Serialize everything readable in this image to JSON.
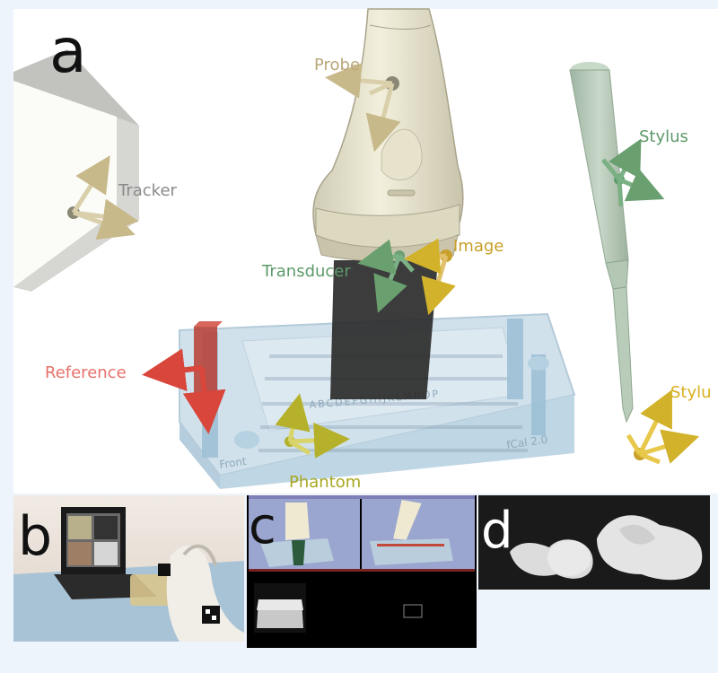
{
  "panel_a": {
    "letter": "a",
    "labels": {
      "probe": "Probe",
      "tracker": "Tracker",
      "stylus_top": "Stylus",
      "image": "Image",
      "transducer": "Transducer",
      "reference": "Reference",
      "stylus_tip": "Stylu",
      "phantom": "Phantom"
    },
    "phantom_text": {
      "front": "Front",
      "fcal": "fCal 2.0",
      "letters": "ABCDEFGHIJKLMNOP"
    }
  },
  "panel_b": {
    "letter": "b"
  },
  "panel_c": {
    "letter": "c"
  },
  "panel_d": {
    "letter": "d"
  },
  "colors": {
    "background": "#eef4fb",
    "probe_label": "#b9a77a",
    "tracker_label": "#8a8a8a",
    "stylus_label": "#5d9a6a",
    "image_label": "#c9a02a",
    "transducer_label": "#5d9a6a",
    "reference_label": "#e8706a",
    "phantom_label": "#a8a820",
    "stylus_tip_label": "#d8b020"
  }
}
